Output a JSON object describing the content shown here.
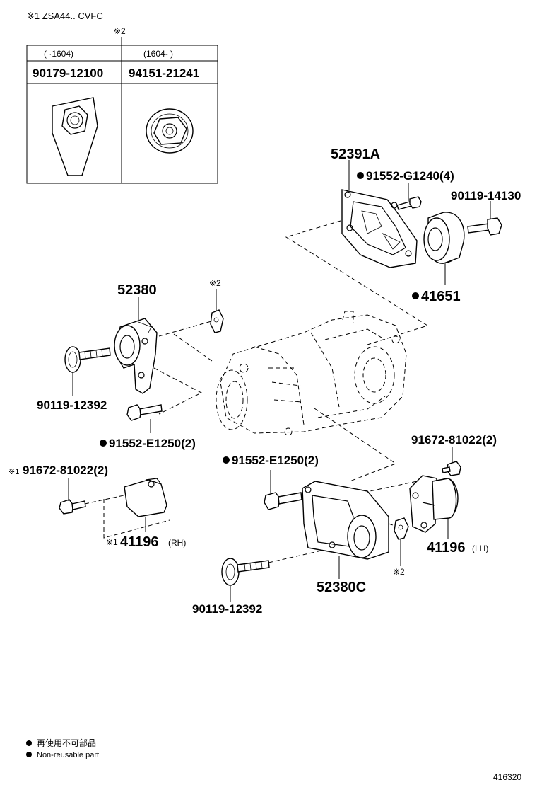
{
  "header_note": "※1 ZSA44.. CVFC",
  "table": {
    "ref_mark": "※2",
    "col1_range": "(   ·1604)",
    "col2_range": "(1604-   )",
    "col1_part": "90179-12100",
    "col2_part": "94151-21241"
  },
  "labels": {
    "p52391A": "52391A",
    "p91552_G1240": "91552-G1240(4)",
    "p90119_14130": "90119-14130",
    "p41651": "41651",
    "p52380": "52380",
    "ref2_top": "※2",
    "p90119_12392_left": "90119-12392",
    "p91552_E1250_left": "91552-E1250(2)",
    "p91552_E1250_right": "91552-E1250(2)",
    "p91672_81022_left_mark": "※1",
    "p91672_81022_left": "91672-81022(2)",
    "p91672_81022_right": "91672-81022(2)",
    "p41196_rh_mark": "※1",
    "p41196_rh": "41196",
    "p41196_rh_suffix": "(RH)",
    "p41196_lh": "41196",
    "p41196_lh_suffix": "(LH)",
    "ref2_bottom": "※2",
    "p52380C": "52380C",
    "p90119_12392_bottom": "90119-12392"
  },
  "legend": {
    "line1": "再使用不可部品",
    "line2": "Non-reusable part"
  },
  "figure_id": "416320"
}
